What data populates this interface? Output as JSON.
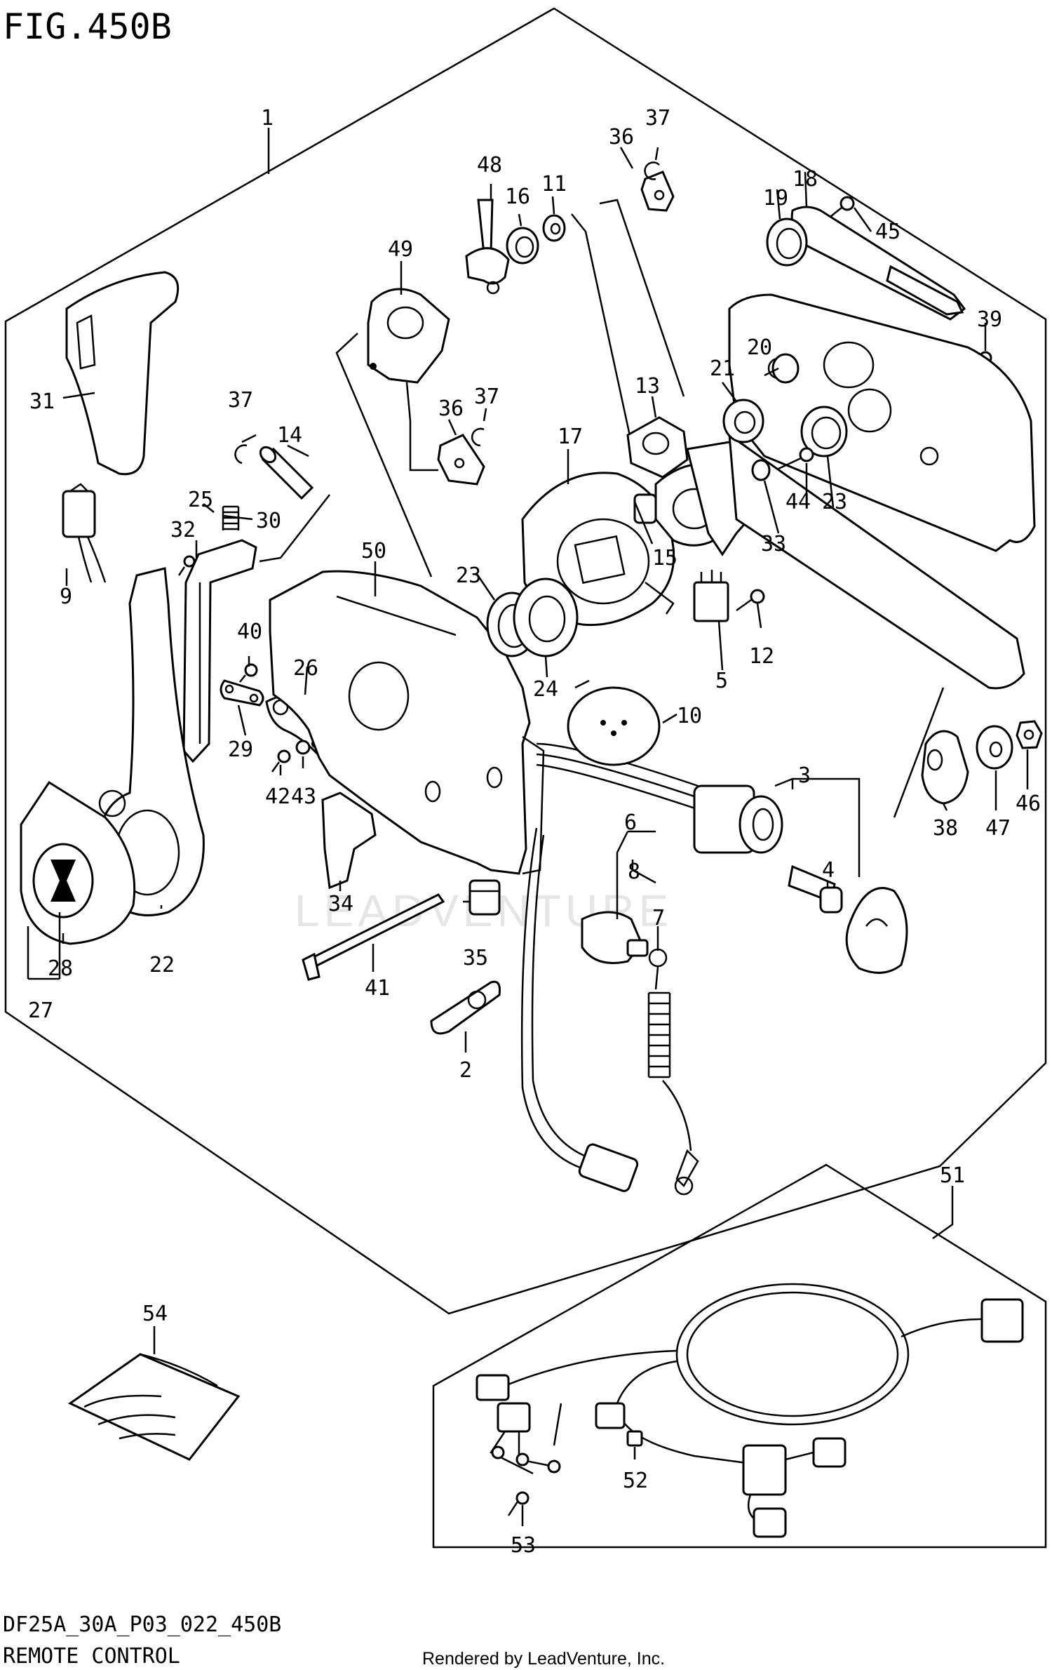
{
  "figure": {
    "title": "FIG.450B",
    "model_code": "DF25A_30A_P03_022_450B",
    "section_name": "REMOTE CONTROL",
    "credit": "Rendered by LeadVenture, Inc.",
    "watermark": "LEADVENTURE"
  },
  "callouts": {
    "c1": "1",
    "c2": "2",
    "c3": "3",
    "c4": "4",
    "c5": "5",
    "c6": "6",
    "c7": "7",
    "c8": "8",
    "c9": "9",
    "c10": "10",
    "c11": "11",
    "c12": "12",
    "c13": "13",
    "c14": "14",
    "c15": "15",
    "c16": "16",
    "c17": "17",
    "c18": "18",
    "c19": "19",
    "c20": "20",
    "c21": "21",
    "c22": "22",
    "c23a": "23",
    "c23b": "23",
    "c24": "24",
    "c25": "25",
    "c26": "26",
    "c27": "27",
    "c28": "28",
    "c29": "29",
    "c30": "30",
    "c31": "31",
    "c32": "32",
    "c33": "33",
    "c34": "34",
    "c35": "35",
    "c36a": "36",
    "c36b": "36",
    "c37a": "37",
    "c37b": "37",
    "c37c": "37",
    "c38": "38",
    "c39": "39",
    "c40": "40",
    "c41": "41",
    "c42": "42",
    "c43": "43",
    "c44": "44",
    "c45": "45",
    "c46": "46",
    "c47": "47",
    "c48": "48",
    "c49": "49",
    "c50": "50",
    "c51": "51",
    "c52": "52",
    "c53": "53",
    "c54": "54"
  }
}
